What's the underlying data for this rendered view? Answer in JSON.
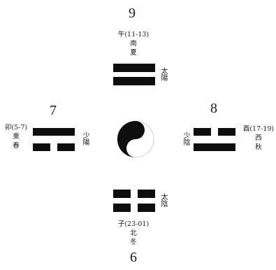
{
  "top": {
    "number": "9",
    "time": "午(11-13)",
    "direction": "南",
    "season": "夏",
    "name": "太陽"
  },
  "left": {
    "number": "7",
    "time": "卯(5-7)",
    "direction": "東",
    "season": "春",
    "name": "少陽"
  },
  "right": {
    "number": "8",
    "time": "酉(17-19)",
    "direction": "西",
    "season": "秋",
    "name": "少陰"
  },
  "bottom": {
    "number": "6",
    "time": "子(23-01)",
    "direction": "北",
    "season": "冬",
    "name": "太陰"
  },
  "center_symbol": "yin-yang-icon",
  "colors": {
    "ink": "#0e0e0e",
    "background": "#ffffff"
  }
}
